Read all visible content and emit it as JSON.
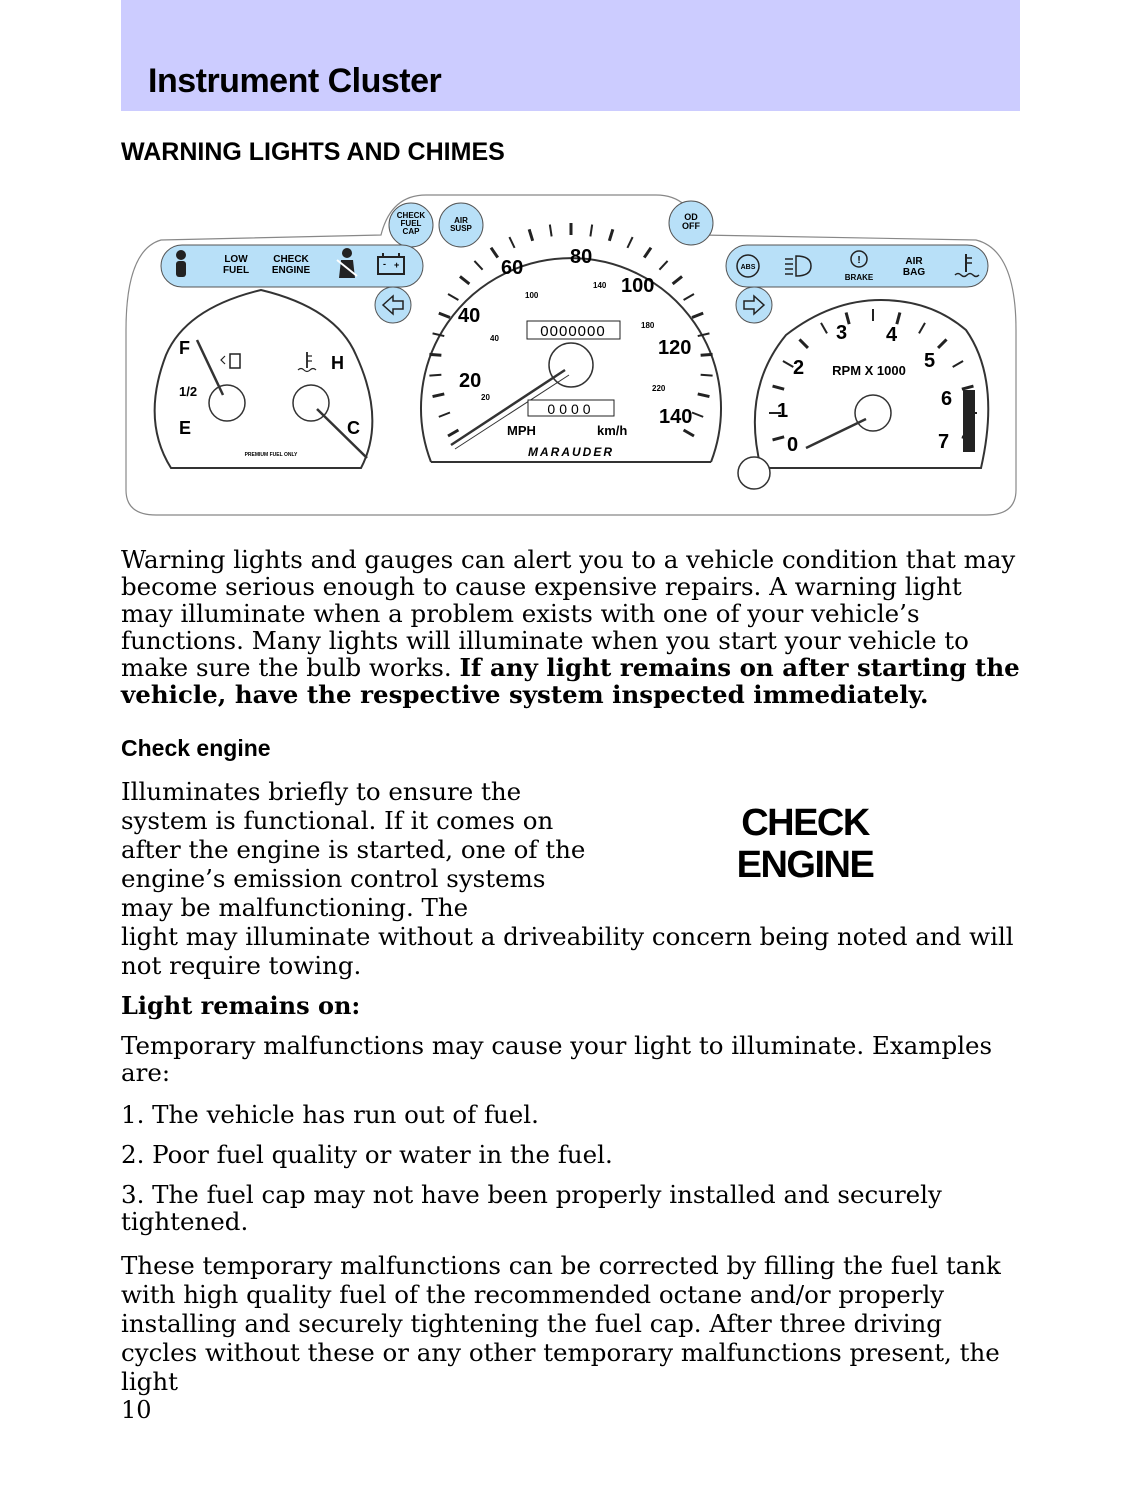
{
  "header": {
    "title": "Instrument Cluster",
    "band_color": "#ccccff"
  },
  "section_heading": "WARNING LIGHTS AND CHIMES",
  "cluster": {
    "top_indicators": [
      "CHECK FUEL CAP",
      "AIR SUSP",
      "OD OFF"
    ],
    "left_indicators": [
      "LOW FUEL",
      "CHECK ENGINE"
    ],
    "right_indicators": [
      "BRAKE",
      "AIR BAG"
    ],
    "speedo_mph_labels": [
      "20",
      "40",
      "60",
      "80",
      "100",
      "120",
      "140"
    ],
    "speedo_kmh_labels": [
      "20",
      "40",
      "100",
      "140",
      "180",
      "220"
    ],
    "odometer": "0000000",
    "trip": "0000",
    "mph_unit": "MPH",
    "kmh_unit": "km/h",
    "brand": "MARAUDER",
    "tach_labels": [
      "0",
      "1",
      "2",
      "3",
      "4",
      "5",
      "6",
      "7"
    ],
    "tach_unit": "RPM X 1000",
    "fuel_labels": [
      "F",
      "1/2",
      "E"
    ],
    "temp_labels": [
      "H",
      "C"
    ],
    "fuel_note": "PREMIUM FUEL ONLY",
    "indicator_color": "#b8e0f8"
  },
  "intro": {
    "text": "Warning lights and gauges can alert you to a vehicle condition that may become serious enough to cause expensive repairs. A warning light may illuminate when a problem exists with one of your vehicle’s functions. Many lights will illuminate when you start your vehicle to make sure the bulb works.",
    "bold": "If any light remains on after starting the vehicle, have the respective system inspected immediately."
  },
  "check_engine": {
    "heading": "Check engine",
    "desc_top": "Illuminates briefly to ensure the system is functional. If it comes on after the engine is started, one of the engine’s emission control systems may be malfunctioning. The",
    "desc_rest": "light may illuminate without a driveability concern being noted and will not require towing.",
    "badge_line1": "CHECK",
    "badge_line2": "ENGINE"
  },
  "remains_on": {
    "heading": "Light remains on:",
    "intro": "Temporary malfunctions may cause your light to illuminate. Examples are:",
    "items": [
      "1. The vehicle has run out of fuel.",
      "2. Poor fuel quality or water in the fuel.",
      "3. The fuel cap may not have been properly installed and securely tightened."
    ],
    "final": "These temporary malfunctions can be corrected by filling the fuel tank with high quality fuel of the recommended octane and/or properly installing and securely tightening the fuel cap. After three driving cycles without these or any other temporary malfunctions present, the light"
  },
  "page_number": "10"
}
